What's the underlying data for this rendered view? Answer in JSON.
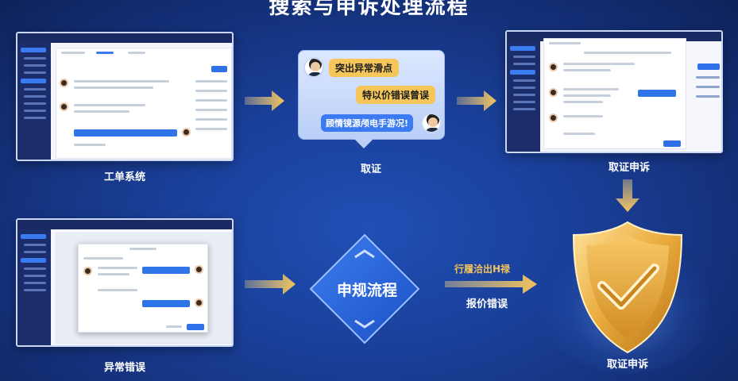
{
  "title": "搜索与申诉处理流程",
  "steps": {
    "ticket_system": "工单系统",
    "evidence": "取证",
    "evidence_appeal_top": "取证申诉",
    "anomaly_error": "异常错误",
    "compliance_flow": "申规流程",
    "evidence_appeal_bottom": "取证申诉"
  },
  "chat_bubbles": {
    "b1": "突出异常滑点",
    "b2": "特以价错误曾误",
    "b3": "顾情镜源颅电手游况!"
  },
  "arrow_labels": {
    "top": "行履洽出H禄",
    "bottom": "报价错误"
  },
  "colors": {
    "accent_gold": "#f2c35b",
    "accent_blue": "#2f74e8",
    "background": "#1a3f98"
  }
}
